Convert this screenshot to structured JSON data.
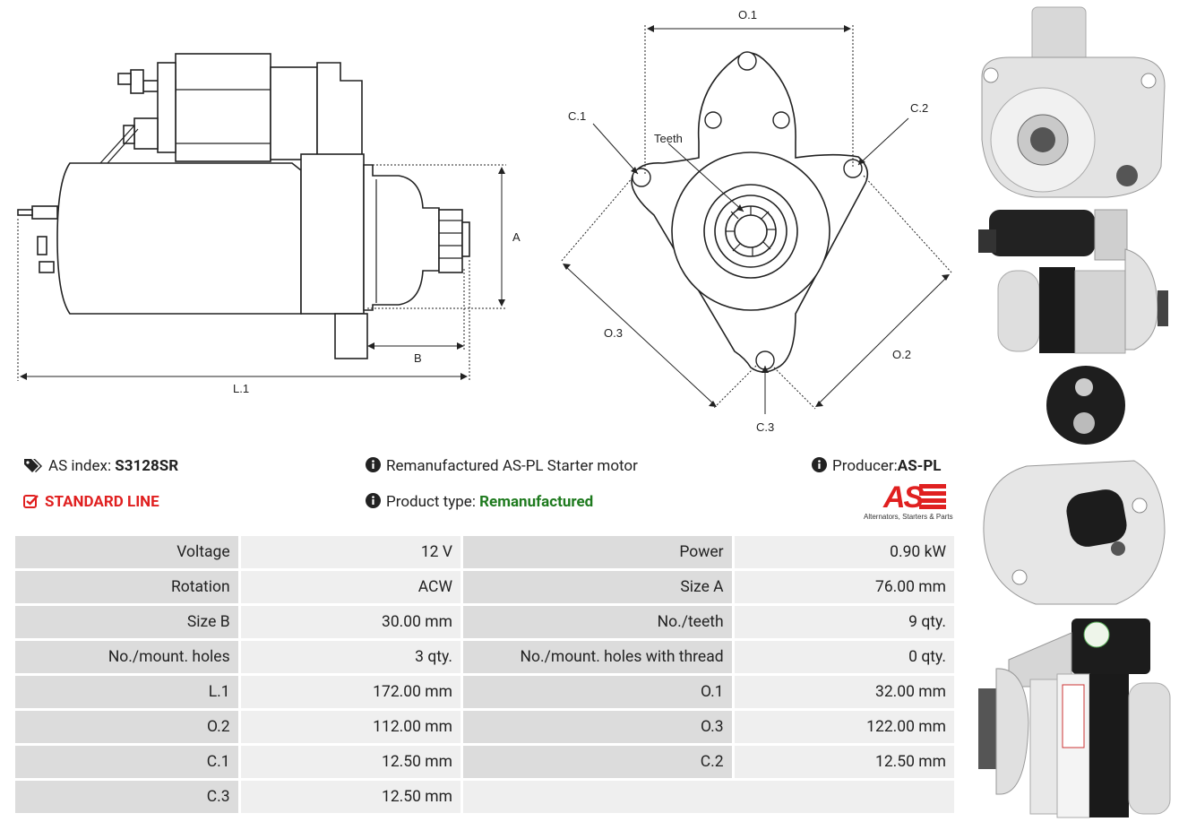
{
  "header": {
    "as_index_label": "AS index:",
    "as_index_value": "S3128SR",
    "line_label": "STANDARD LINE",
    "description": "Remanufactured AS-PL Starter motor",
    "product_type_label": "Product type:",
    "product_type_value": "Remanufactured",
    "producer_label": "Producer:",
    "producer_value": "AS-PL",
    "logo_text": "AS",
    "logo_tagline": "Alternators, Starters & Parts"
  },
  "diagram": {
    "side_labels": {
      "A": "A",
      "B": "B",
      "L1": "L.1"
    },
    "front_labels": {
      "O1": "O.1",
      "O2": "O.2",
      "O3": "O.3",
      "C1": "C.1",
      "C2": "C.2",
      "C3": "C.3",
      "teeth": "Teeth"
    }
  },
  "specs": {
    "rows": [
      {
        "k1": "Voltage",
        "v1": "12 V",
        "k2": "Power",
        "v2": "0.90 kW"
      },
      {
        "k1": "Rotation",
        "v1": "ACW",
        "k2": "Size A",
        "v2": "76.00 mm"
      },
      {
        "k1": "Size B",
        "v1": "30.00 mm",
        "k2": "No./teeth",
        "v2": "9 qty."
      },
      {
        "k1": "No./mount. holes",
        "v1": "3 qty.",
        "k2": "No./mount. holes with thread",
        "v2": "0 qty."
      },
      {
        "k1": "L.1",
        "v1": "172.00 mm",
        "k2": "O.1",
        "v2": "32.00 mm"
      },
      {
        "k1": "O.2",
        "v1": "112.00 mm",
        "k2": "O.3",
        "v2": "122.00 mm"
      },
      {
        "k1": "C.1",
        "v1": "12.50 mm",
        "k2": "C.2",
        "v2": "12.50 mm"
      },
      {
        "k1": "C.3",
        "v1": "12.50 mm",
        "k2": "",
        "v2": ""
      }
    ]
  },
  "colors": {
    "red": "#e02020",
    "green": "#1e7a1e",
    "label_bg": "#dcdcdc",
    "value_bg": "#efefef"
  }
}
